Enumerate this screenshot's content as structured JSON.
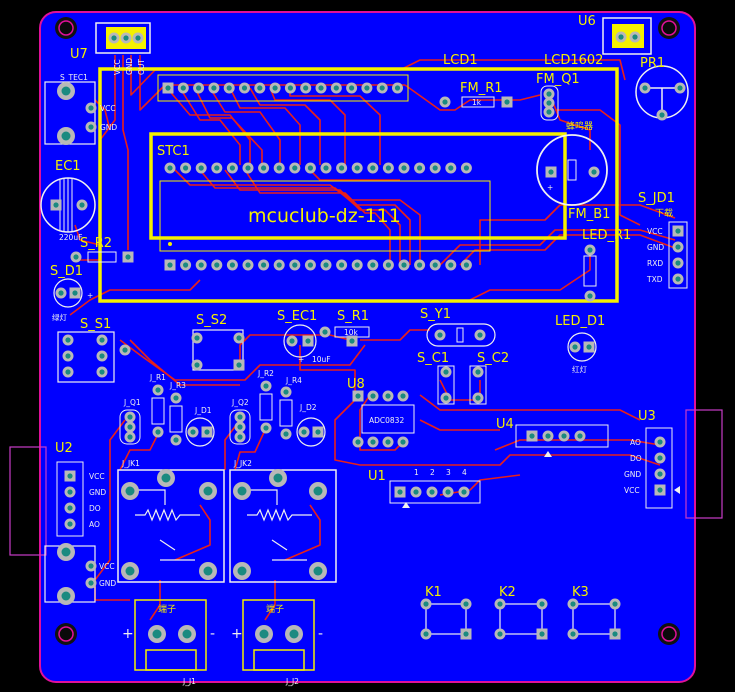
{
  "board_title": "mcuclub-dz-111",
  "labels": {
    "U7": "U7",
    "U7_pins": [
      "VCC",
      "GND",
      "OUT"
    ],
    "U6": "U6",
    "LCD1": "LCD1",
    "LCD1602": "LCD1602",
    "FM_Q1": "FM_Q1",
    "PR1": "PR1",
    "FM_R1": "FM_R1",
    "FM_R1_val": "1k",
    "STC1": "STC1",
    "EC1": "EC1",
    "EC1_val": "220uF",
    "S_TEC1": "S_TEC1",
    "S_TEC1_pins": [
      "VCC",
      "GND"
    ],
    "S_R2": "S_R2",
    "S_D1": "S_D1",
    "S_D1_sub": "绿灯",
    "S_S1": "S_S1",
    "S_S2": "S_S2",
    "S_EC1": "S_EC1",
    "S_EC1_val": "10uF",
    "S_R1": "S_R1",
    "S_R1_val": "10k",
    "S_Y1": "S_Y1",
    "S_C1": "S_C1",
    "S_C2": "S_C2",
    "FM_B1": "FM_B1",
    "FM_B1_sub": "蜂鸣器",
    "LED_R1": "LED_R1",
    "LED_D1": "LED_D1",
    "LED_D1_sub": "红灯",
    "S_JD1": "S_JD1",
    "S_JD1_sub": "下载",
    "S_JD1_pins": [
      "VCC",
      "GND",
      "RXD",
      "TXD"
    ],
    "U2": "U2",
    "U2_pins": [
      "VCC",
      "GND",
      "DO",
      "AO"
    ],
    "U8": "U8",
    "U8_chip": "ADC0832",
    "U4": "U4",
    "U3": "U3",
    "U3_pins": [
      "AO",
      "DO",
      "GND",
      "VCC"
    ],
    "U1": "U1",
    "U1_pins": [
      "1",
      "2",
      "3",
      "4"
    ],
    "J_Q1": "J_Q1",
    "J_R1": "J_R1",
    "J_R3": "J_R3",
    "J_D1": "J_D1",
    "J_JK1": "J_JK1",
    "J_J1": "J_J1",
    "J_Q2": "J_Q2",
    "J_R2": "J_R2",
    "J_R4": "J_R4",
    "J_D2": "J_D2",
    "J_JK2": "J_JK2",
    "J_J2": "J_J2",
    "terminal": "端子",
    "plus": "+",
    "minus": "-",
    "K1": "K1",
    "K2": "K2",
    "K3": "K3",
    "power_bottom_pins": [
      "VCC",
      "GND"
    ]
  },
  "colors": {
    "board": "#0000ff",
    "outline": "#e0109a",
    "silk": "#f5f000",
    "copper": "#e8201a",
    "pad": "#b0b0b0",
    "pad_hole": "#1a8a80",
    "keepout": "#c83cc8"
  }
}
